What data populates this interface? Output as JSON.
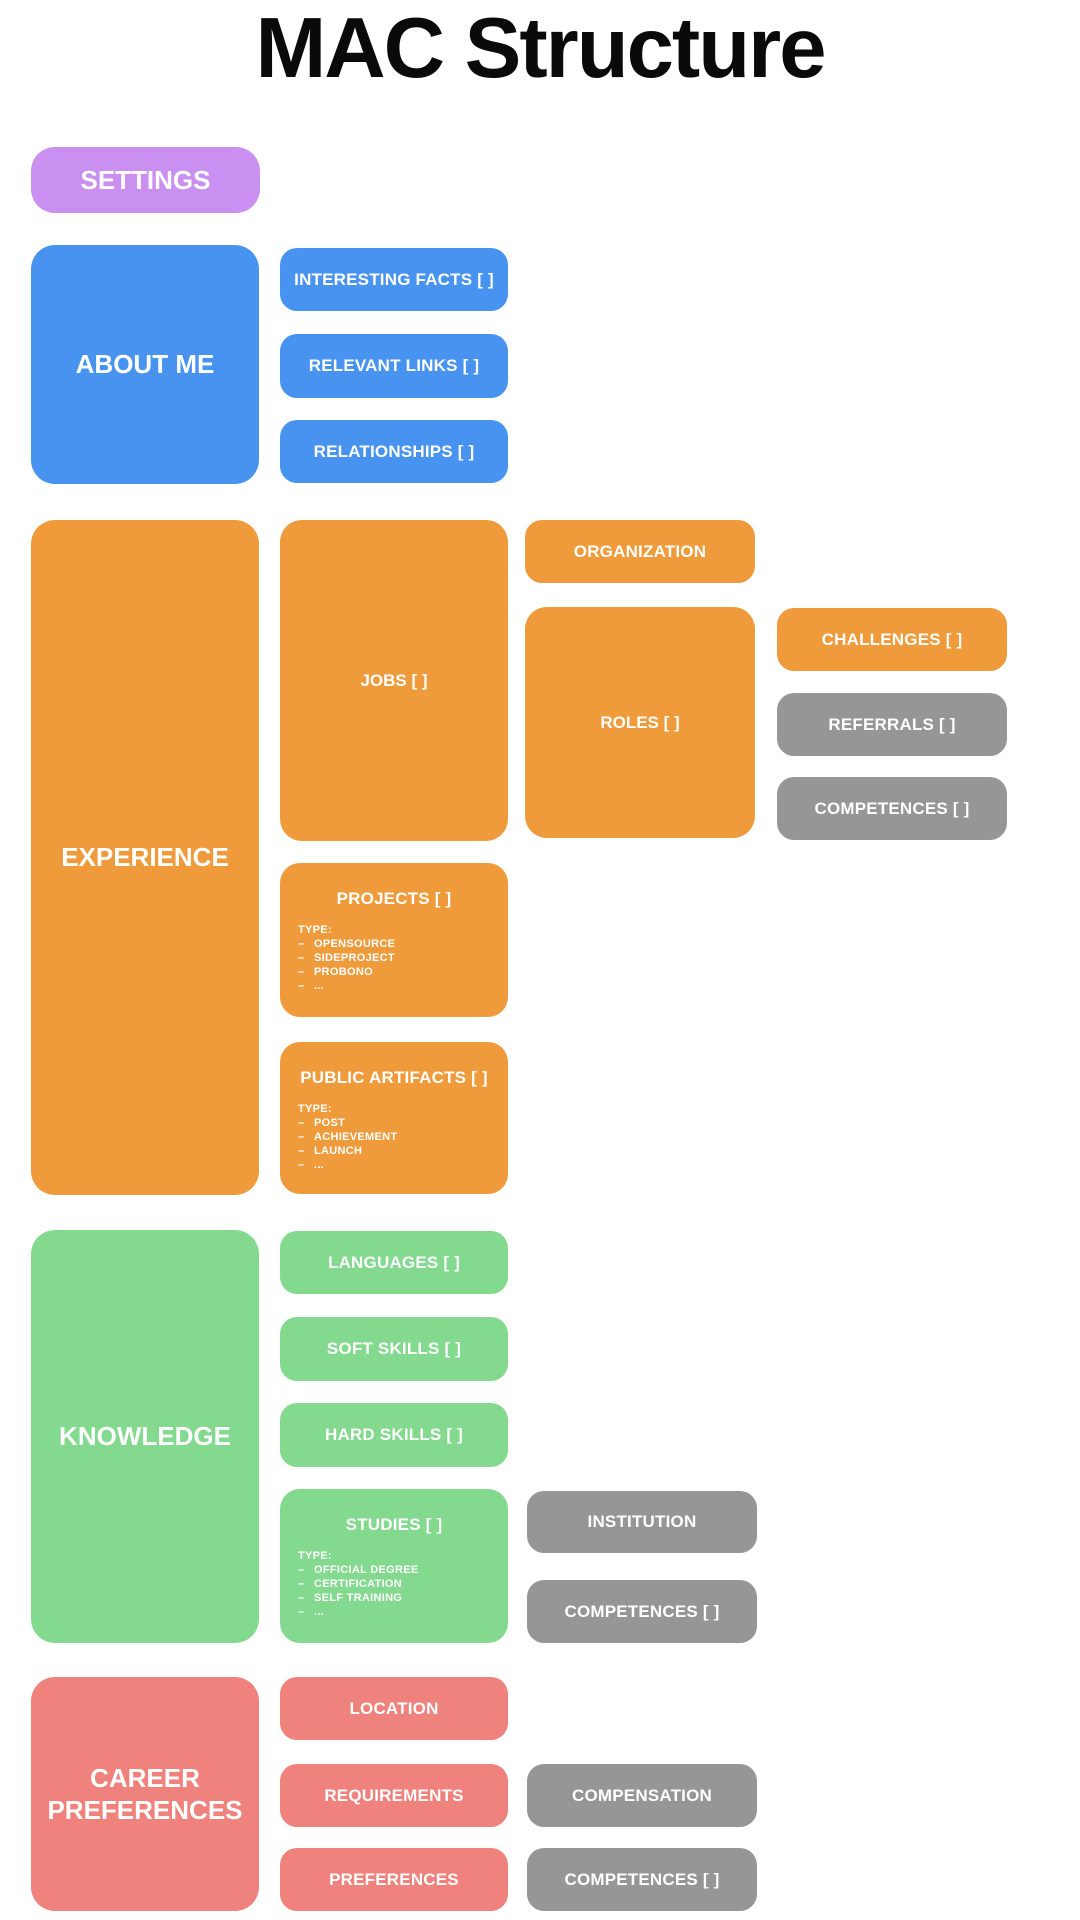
{
  "title": "MAC Structure",
  "list_bullet": "–",
  "palette": {
    "purple": "#C98FF1",
    "blue": "#4793EF",
    "orange": "#EF9B3C",
    "green": "#83DA8F",
    "red": "#EF827C",
    "gray": "#969696",
    "node_text": "#FFFFFF",
    "title_text": "#0A0A0A",
    "background": "#FFFFFF"
  },
  "nodes": {
    "settings": {
      "label": "SETTINGS"
    },
    "about_me": {
      "label": "ABOUT ME"
    },
    "interesting_facts": {
      "label": "INTERESTING FACTS [ ]"
    },
    "relevant_links": {
      "label": "RELEVANT LINKS [ ]"
    },
    "relationships": {
      "label": "RELATIONSHIPS [ ]"
    },
    "experience": {
      "label": "EXPERIENCE"
    },
    "jobs": {
      "label": "JOBS [ ]"
    },
    "projects": {
      "label": "PROJECTS [ ]",
      "type_heading": "TYPE:",
      "type_items": [
        "OPENSOURCE",
        "SIDEPROJECT",
        "PROBONO",
        "..."
      ]
    },
    "public_artifacts": {
      "label": "PUBLIC ARTIFACTS [ ]",
      "type_heading": "TYPE:",
      "type_items": [
        "POST",
        "ACHIEVEMENT",
        "LAUNCH",
        "..."
      ]
    },
    "organization": {
      "label": "ORGANIZATION"
    },
    "roles": {
      "label": "ROLES [ ]"
    },
    "challenges": {
      "label": "CHALLENGES [ ]"
    },
    "referrals": {
      "label": "REFERRALS [ ]"
    },
    "competences_roles": {
      "label": "COMPETENCES [ ]"
    },
    "knowledge": {
      "label": "KNOWLEDGE"
    },
    "languages": {
      "label": "LANGUAGES [ ]"
    },
    "soft_skills": {
      "label": "SOFT SKILLS [ ]"
    },
    "hard_skills": {
      "label": "HARD SKILLS [ ]"
    },
    "studies": {
      "label": "STUDIES [ ]",
      "type_heading": "TYPE:",
      "type_items": [
        "OFFICIAL DEGREE",
        "CERTIFICATION",
        "SELF TRAINING",
        "..."
      ]
    },
    "institution": {
      "label": "INSTITUTION"
    },
    "competences_studies": {
      "label": "COMPETENCES [ ]"
    },
    "career_preferences": {
      "label": "CAREER PREFERENCES"
    },
    "location": {
      "label": "LOCATION"
    },
    "requirements": {
      "label": "REQUIREMENTS"
    },
    "preferences": {
      "label": "PREFERENCES"
    },
    "compensation": {
      "label": "COMPENSATION"
    },
    "competences_career": {
      "label": "COMPETENCES [ ]"
    }
  }
}
